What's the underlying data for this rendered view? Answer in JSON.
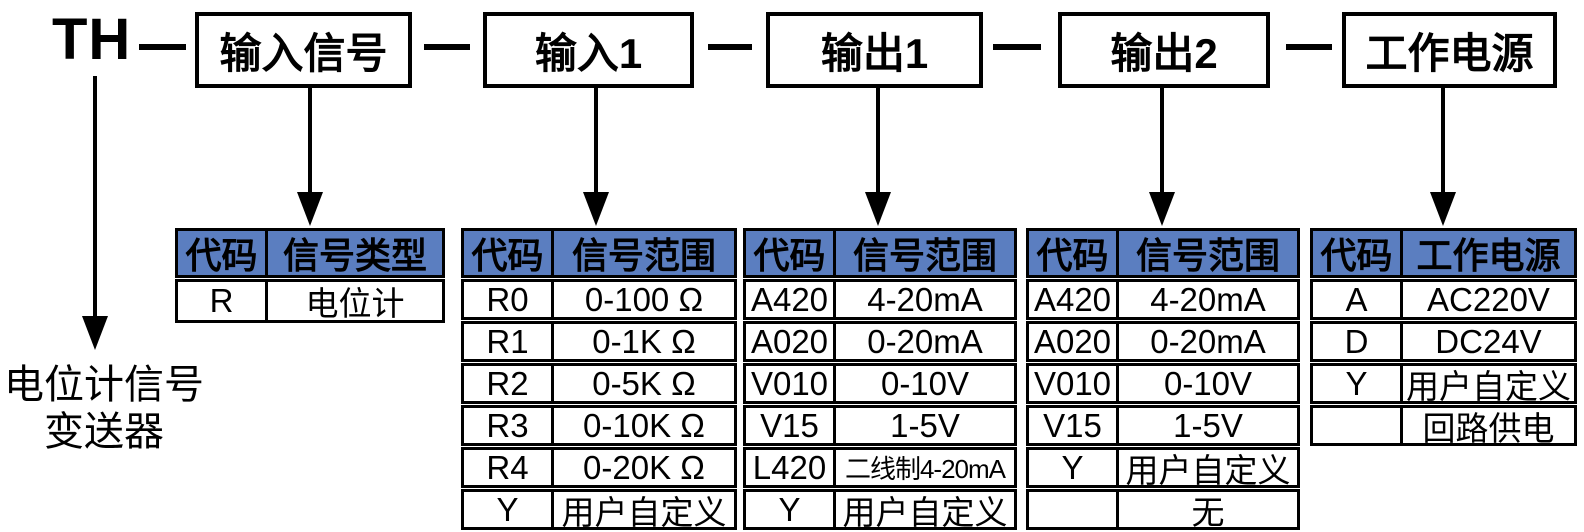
{
  "diagram_title": "TH",
  "caption": {
    "line1": "电位计信号",
    "line2": "变送器"
  },
  "colors": {
    "header_bg": "#5b7ec0",
    "line": "#000000",
    "background": "#ffffff",
    "text": "#000000"
  },
  "segments": [
    {
      "box_label": "输入信号",
      "table": {
        "headers": [
          "代码",
          "信号类型"
        ],
        "rows": [
          [
            "R",
            "电位计"
          ]
        ]
      }
    },
    {
      "box_label": "输入1",
      "table": {
        "headers": [
          "代码",
          "信号范围"
        ],
        "rows": [
          [
            "R0",
            "0-100 Ω"
          ],
          [
            "R1",
            "0-1K Ω"
          ],
          [
            "R2",
            "0-5K Ω"
          ],
          [
            "R3",
            "0-10K Ω"
          ],
          [
            "R4",
            "0-20K Ω"
          ],
          [
            "Y",
            "用户自定义"
          ]
        ]
      }
    },
    {
      "box_label": "输出1",
      "table": {
        "headers": [
          "代码",
          "信号范围"
        ],
        "rows": [
          [
            "A420",
            "4-20mA"
          ],
          [
            "A020",
            "0-20mA"
          ],
          [
            "V010",
            "0-10V"
          ],
          [
            "V15",
            "1-5V"
          ],
          [
            "L420",
            "二线制4-20mA"
          ],
          [
            "Y",
            "用户自定义"
          ]
        ]
      }
    },
    {
      "box_label": "输出2",
      "table": {
        "headers": [
          "代码",
          "信号范围"
        ],
        "rows": [
          [
            "A420",
            "4-20mA"
          ],
          [
            "A020",
            "0-20mA"
          ],
          [
            "V010",
            "0-10V"
          ],
          [
            "V15",
            "1-5V"
          ],
          [
            "Y",
            "用户自定义"
          ],
          [
            "",
            "无"
          ]
        ]
      }
    },
    {
      "box_label": "工作电源",
      "table": {
        "headers": [
          "代码",
          "工作电源"
        ],
        "rows": [
          [
            "A",
            "AC220V"
          ],
          [
            "D",
            "DC24V"
          ],
          [
            "Y",
            "用户自定义"
          ],
          [
            "",
            "回路供电"
          ]
        ]
      }
    }
  ]
}
